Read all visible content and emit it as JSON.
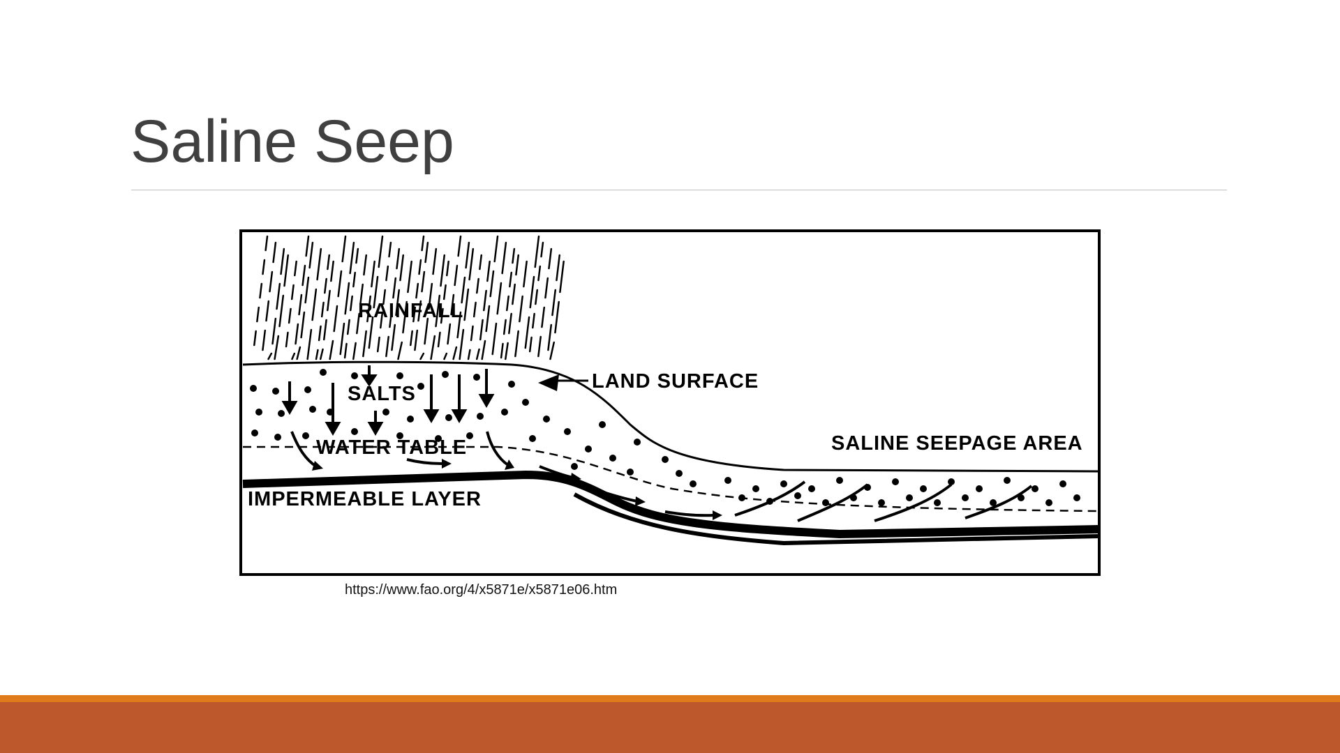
{
  "slide": {
    "title": "Saline Seep",
    "caption": "https://www.fao.org/4/x5871e/x5871e06.htm"
  },
  "diagram": {
    "labels": {
      "rainfall": "RAINFALL",
      "land_surface": "LAND SURFACE",
      "salts": "SALTS",
      "water_table": "WATER TABLE",
      "saline_seepage_area": "SALINE  SEEPAGE AREA",
      "impermeable_layer": "IMPERMEABLE  LAYER"
    }
  },
  "colors": {
    "title": "#404040",
    "rule": "#bfbfbf",
    "footer_accent": "#e07b1c",
    "footer_bar": "#bd582c"
  }
}
